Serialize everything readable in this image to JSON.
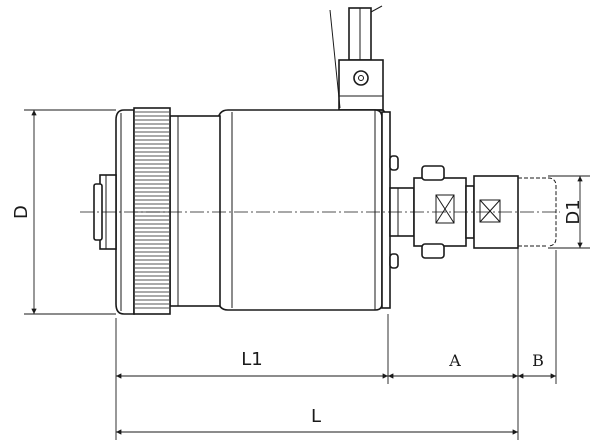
{
  "drawing": {
    "labels": {
      "D": "D",
      "D1": "D1",
      "L1": "L1",
      "A": "A",
      "B": "B",
      "L": "L"
    }
  }
}
